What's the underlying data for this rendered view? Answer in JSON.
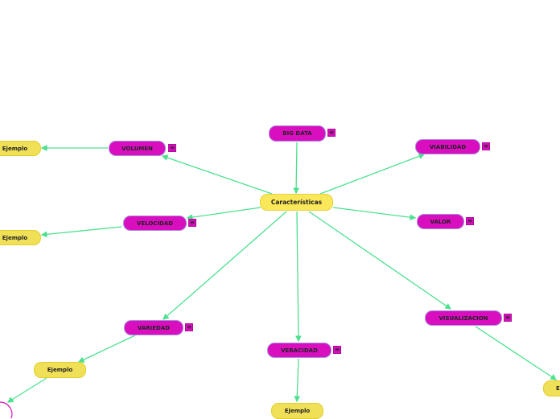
{
  "root": {
    "label": "Características",
    "color": "#fbe85a"
  },
  "nodes": [
    {
      "label": "BIG DATA"
    },
    {
      "label": "VOLUMEN"
    },
    {
      "label": "VIABILIDAD"
    },
    {
      "label": "VELOCIDAD"
    },
    {
      "label": "VALOR"
    },
    {
      "label": "VARIEDAD"
    },
    {
      "label": "VERACIDAD"
    },
    {
      "label": "VISUALIZACION"
    }
  ],
  "examples": [
    {
      "label": "Ejemplo"
    },
    {
      "label": "Ejemplo"
    },
    {
      "label": "Ejemplo"
    },
    {
      "label": "Ejemplo"
    },
    {
      "label": "E"
    }
  ],
  "note_icon": "note-icon",
  "colors": {
    "topic": "#d90fbf",
    "example": "#f0e058",
    "connector": "#4de08f"
  }
}
